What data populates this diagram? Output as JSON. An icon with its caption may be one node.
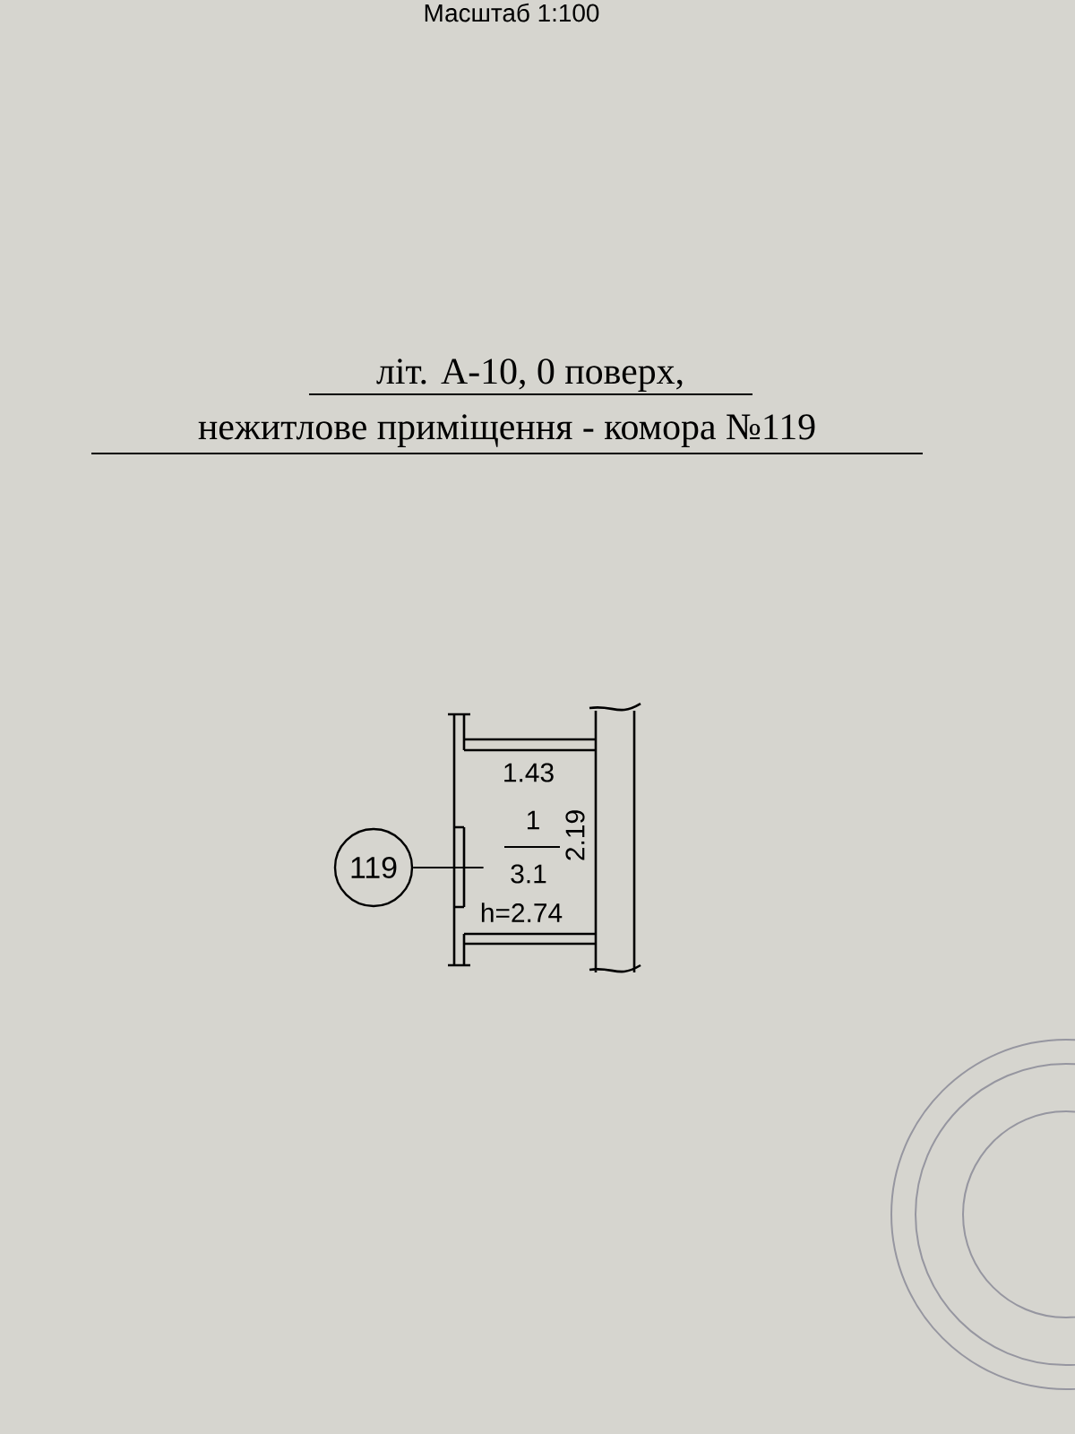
{
  "diagram": {
    "title": "літ. А-10, 0 поверх,",
    "nodes": [
      {
        "text": [
          "119"
        ]
      },
      {
        "text": [
          "1.43",
          "1",
          "3.1",
          "2.19",
          "h=2.74"
        ]
      }
    ],
    "edges": [
      {
        "from": 0,
        "to": 1,
        "arrow": "none"
      }
    ],
    "labels": [
      "Масштаб 1:100",
      "нежитлове приміщення - комора №119"
    ]
  }
}
